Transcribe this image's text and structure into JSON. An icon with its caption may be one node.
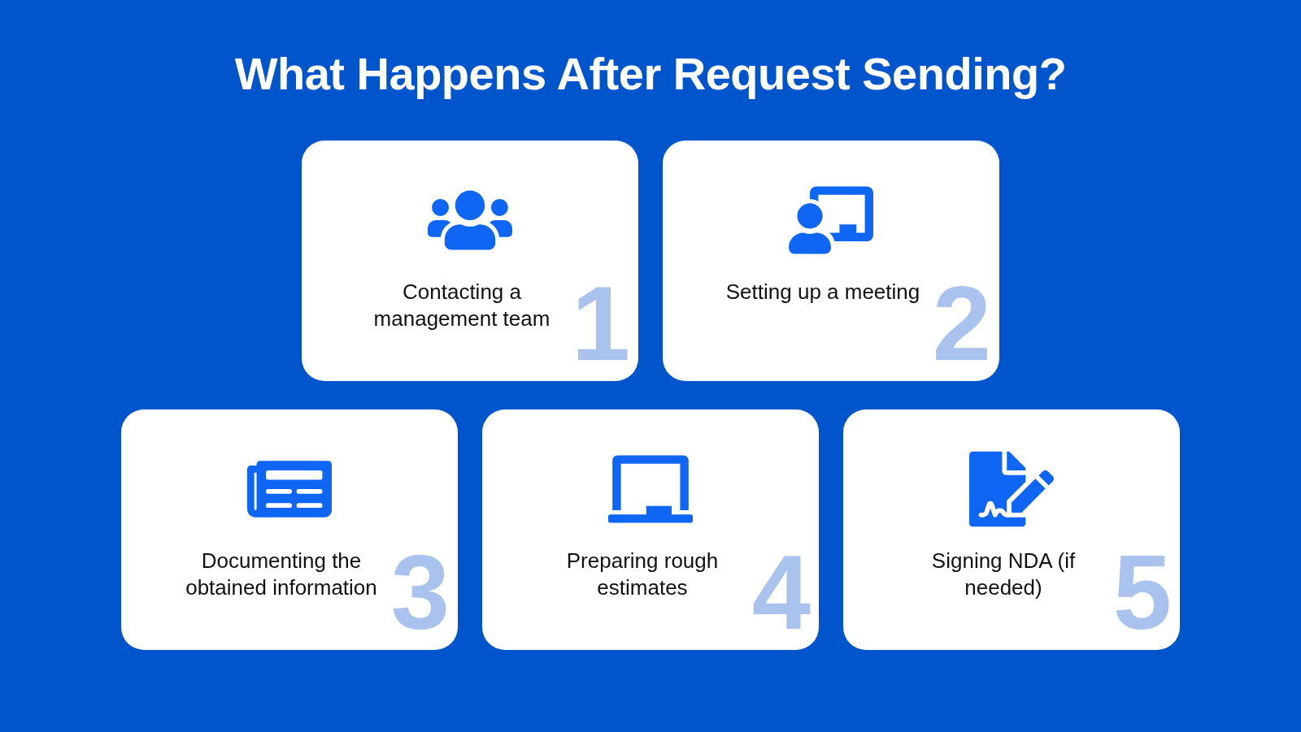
{
  "diagram": {
    "title": "What Happens After Request Sending?",
    "nodes": [
      {
        "text": [
          "Contacting a management team",
          "1"
        ]
      },
      {
        "text": [
          "Setting up a meeting",
          "2"
        ]
      },
      {
        "text": [
          "Documenting the obtained information",
          "3"
        ]
      },
      {
        "text": [
          "Preparing rough estimates",
          "4"
        ]
      },
      {
        "text": [
          "Signing NDA (if needed)",
          "5"
        ]
      }
    ]
  }
}
